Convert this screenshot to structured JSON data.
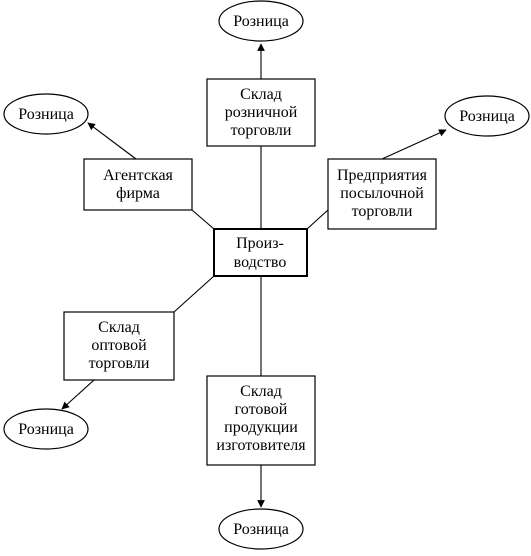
{
  "diagram": {
    "center": {
      "lines": [
        "Произ-",
        "водство"
      ]
    },
    "boxes": {
      "retail_warehouse": {
        "lines": [
          "Склад",
          "розничной",
          "торговли"
        ]
      },
      "agency": {
        "lines": [
          "Агентская",
          "фирма"
        ]
      },
      "mail_order": {
        "lines": [
          "Предприятия",
          "посылочной",
          "торговли"
        ]
      },
      "wholesale_warehouse": {
        "lines": [
          "Склад",
          "оптовой",
          "торговли"
        ]
      },
      "finished_goods_warehouse": {
        "lines": [
          "Склад",
          "готовой",
          "продукции",
          "изготовителя"
        ]
      }
    },
    "retail": {
      "top": "Розница",
      "upper_left": "Розница",
      "upper_right": "Розница",
      "lower_left": "Розница",
      "bottom": "Розница"
    }
  }
}
